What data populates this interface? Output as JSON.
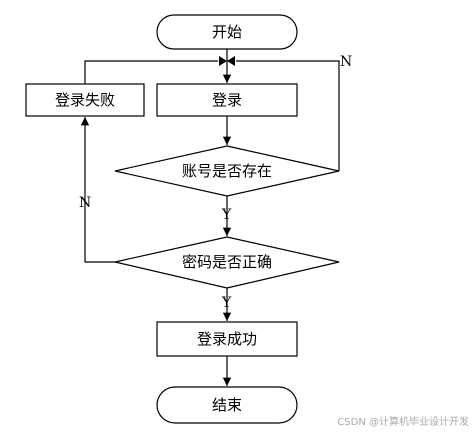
{
  "flowchart": {
    "start": "开始",
    "login": "登录",
    "login_failed": "登录失败",
    "account_check": "账号是否存在",
    "password_check": "密码是否正确",
    "login_success": "登录成功",
    "end": "结束"
  },
  "edges": {
    "account_no": "N",
    "account_yes": "Y",
    "password_no": "N",
    "password_yes": "Y"
  },
  "watermark": "CSDN @计算机毕业设计开发"
}
